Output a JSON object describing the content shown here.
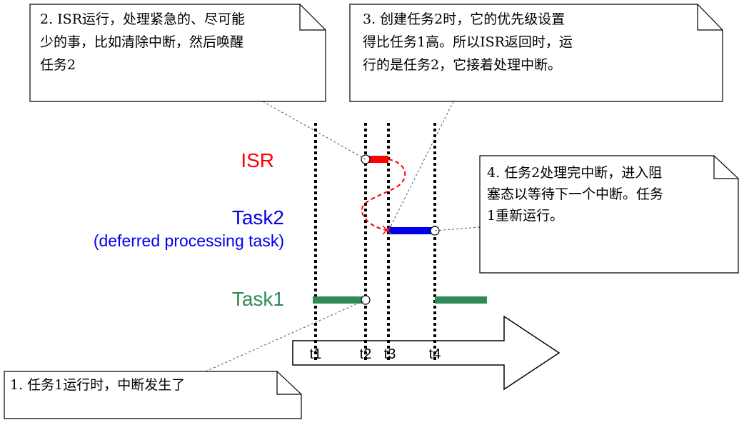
{
  "colors": {
    "isr": "#ff0000",
    "task2": "#0000ee",
    "task1": "#2e8b57",
    "text": "#000000"
  },
  "lanes": {
    "isr": {
      "label": "ISR"
    },
    "task2": {
      "label": "Task2",
      "sublabel": "(deferred processing task)"
    },
    "task1": {
      "label": "Task1"
    }
  },
  "timeline": {
    "ticks": [
      "t1",
      "t2",
      "t3",
      "t4"
    ]
  },
  "notes": {
    "note1": {
      "lines": [
        "1. 任务1运行时，中断发生了"
      ]
    },
    "note2": {
      "lines": [
        "2. ISR运行，处理紧急的、尽可能",
        "少的事，比如清除中断，然后唤醒",
        "任务2"
      ]
    },
    "note3": {
      "lines": [
        "3. 创建任务2时，它的优先级设置",
        "得比任务1高。所以ISR返回时，运",
        "行的是任务2，它接着处理中断。"
      ]
    },
    "note4": {
      "lines": [
        "4. 任务2处理完中断，进入阻",
        "塞态以等待下一个中断。任务",
        "1重新运行。"
      ]
    }
  }
}
